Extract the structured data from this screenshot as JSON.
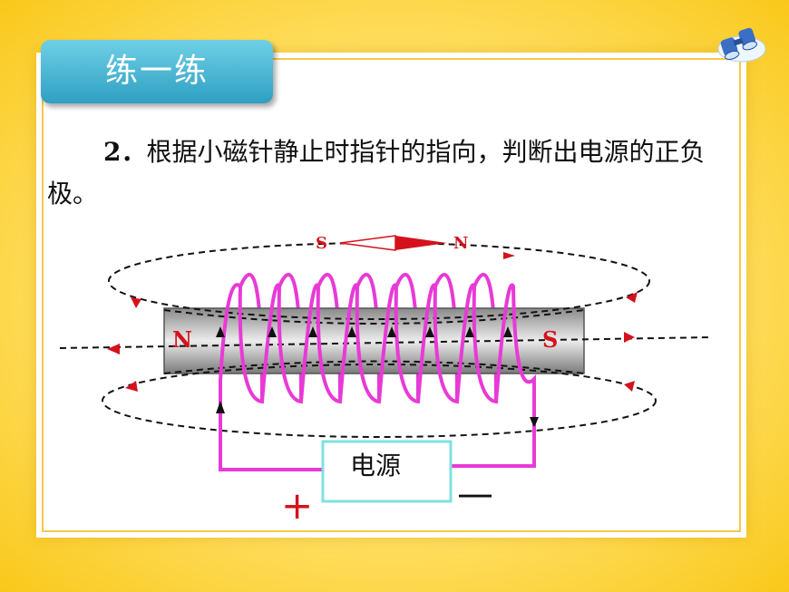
{
  "slide": {
    "badge_text": "练一练",
    "question_number": "2．",
    "question_text": "根据小磁针静止时指针的指向，判断出电源的正负极。"
  },
  "diagram": {
    "compass_left_label": "S",
    "compass_right_label": "N",
    "magnet_left_pole": "N",
    "magnet_right_pole": "S",
    "power_label": "电源",
    "plus_sign": "+",
    "minus_sign": "—"
  },
  "colors": {
    "coil": "#e83ad6",
    "field_arrow": "#d4121c",
    "pole_text": "#d4121c",
    "power_box_border": "#7fe0e0",
    "badge": "#3ab0d0"
  },
  "icons": [
    "binoculars-icon"
  ]
}
